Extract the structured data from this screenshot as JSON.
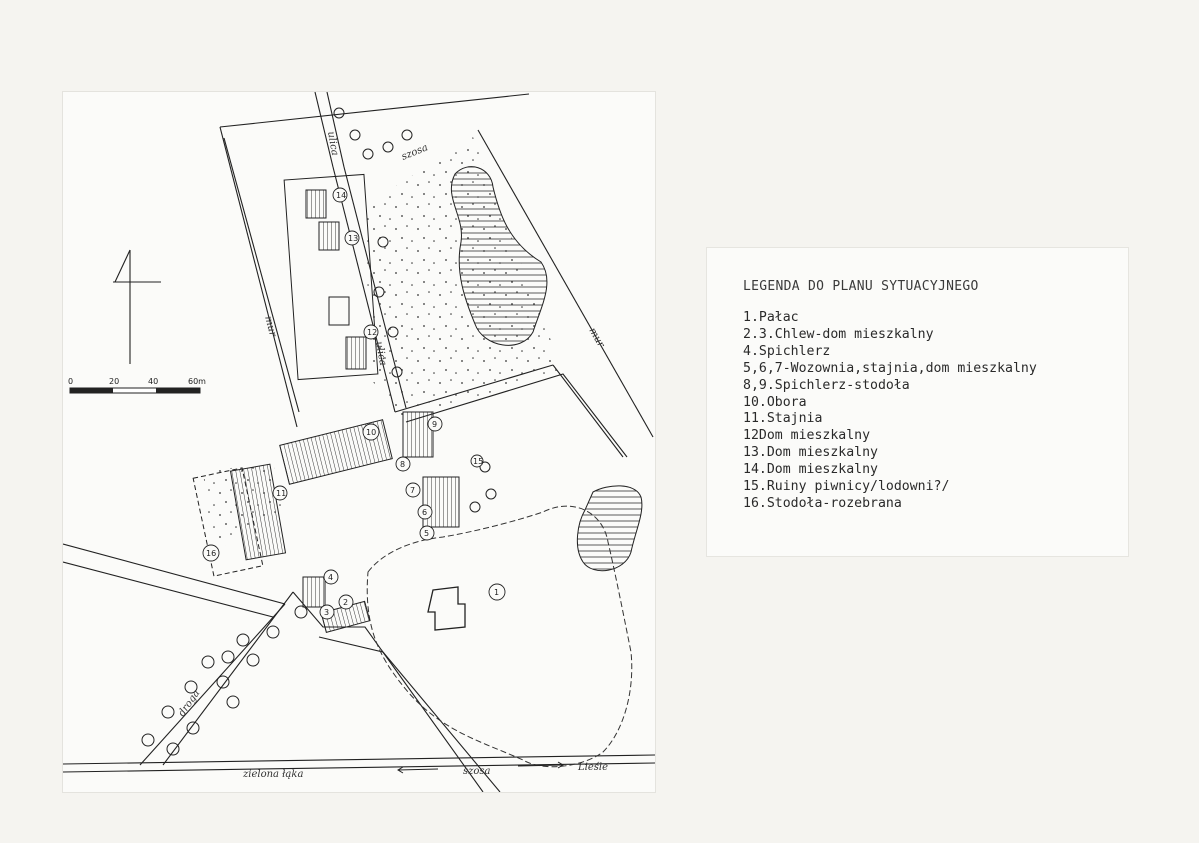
{
  "legend": {
    "title": "LEGENDA DO PLANU SYTUACYJNEGO",
    "items": [
      "1.Pałac",
      "2.3.Chlew-dom mieszkalny",
      "4.Spichlerz",
      "5,6,7-Wozownia,stajnia,dom mieszkalny",
      "8,9.Spichlerz-stodoła",
      "10.Obora",
      "11.Stajnia",
      "12Dom mieszkalny",
      "13.Dom mieszkalny",
      "14.Dom mieszkalny",
      "15.Ruiny piwnicy/lodowni?/",
      "16.Stodoła-rozebrana"
    ]
  },
  "map": {
    "scale": {
      "ticks": [
        "0",
        "20",
        "40",
        "60m"
      ]
    },
    "road_labels": {
      "road_south_west": "zielona łąka",
      "road_south_middle": "szosa",
      "road_south_east": "Lieśle",
      "road_north": "szosa",
      "path_west": "droga",
      "alley_north": "ulica",
      "alley_middle": "ulica",
      "wall_west": "mur",
      "wall_east": "mur"
    },
    "building_numbers": [
      "1",
      "2",
      "3",
      "4",
      "5",
      "6",
      "7",
      "8",
      "9",
      "10",
      "11",
      "12",
      "13",
      "14",
      "15",
      "16"
    ]
  }
}
